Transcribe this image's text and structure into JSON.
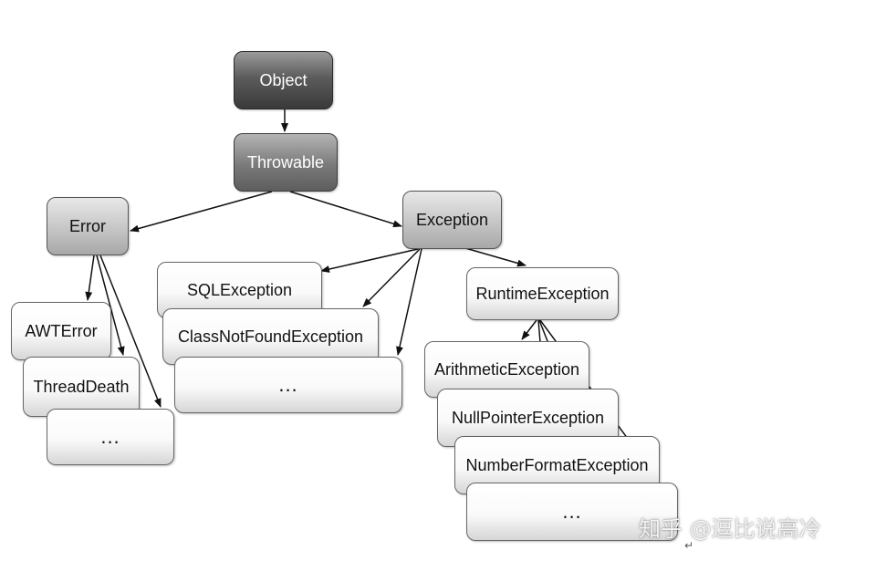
{
  "nodes": {
    "object": "Object",
    "throwable": "Throwable",
    "error": "Error",
    "exception": "Exception",
    "awterror": "AWTError",
    "threaddeath": "ThreadDeath",
    "error_more": "...",
    "sqlexception": "SQLException",
    "classnotfound": "ClassNotFoundException",
    "exception_more": "...",
    "runtime": "RuntimeException",
    "arithmetic": "ArithmeticException",
    "nullpointer": "NullPointerException",
    "numberformat": "NumberFormatException",
    "runtime_more": "..."
  },
  "watermark": "知乎 @逗比说高冷",
  "corner_mark": "↵"
}
